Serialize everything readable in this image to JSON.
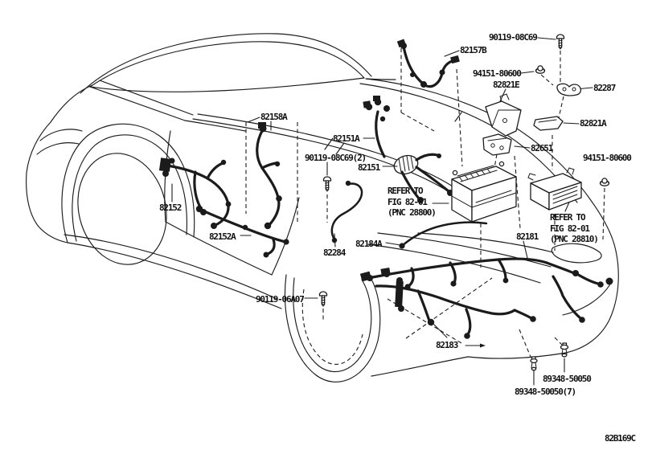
{
  "colors": {
    "ink": "#1b1b1b",
    "background": "#ffffff"
  },
  "diagram_code": "82B169C",
  "callouts": {
    "bolt_top": "90119-08C69",
    "harness_82157b": "82157B",
    "nut_top": "94151-80600",
    "bracket_82821e": "82821E",
    "clip_82287": "82287",
    "bracket_82821a": "82821A",
    "bracket_82651": "82651",
    "nut_right": "94151-80600",
    "harness_82158a": "82158A",
    "harness_82151a": "82151A",
    "bolt_cowl": "90119-08C69(2)",
    "harness_82151": "82151",
    "harness_82152": "82152",
    "harness_82152a": "82152A",
    "wire_82284": "82284",
    "harness_82184a": "82184A",
    "harness_82181": "82181",
    "bolt_rear": "90119-06A07",
    "harness_82183": "82183",
    "clip_rear_1": "89348-50050",
    "clip_rear_2": "89348-50050(7)"
  },
  "notes": {
    "battery_note": {
      "l1": "REFER TO",
      "l2": "FIG 82-01",
      "l3": "(PNC 28800)"
    },
    "ecu_note": {
      "l1": "REFER TO",
      "l2": "FIG 82-01",
      "l3": "(PNC 28810)"
    }
  }
}
